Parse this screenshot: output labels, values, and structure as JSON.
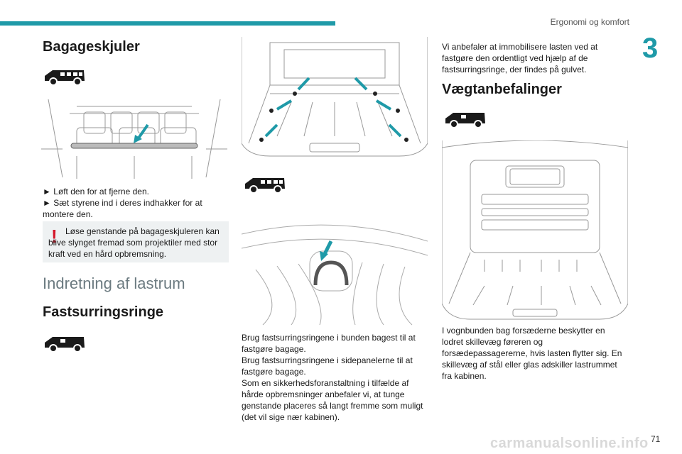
{
  "header": {
    "section_title": "Ergonomi og komfort",
    "chapter_number": "3"
  },
  "left": {
    "title": "Bagageskjuler",
    "bullet1": "► Løft den for at fjerne den.",
    "bullet2": "► Sæt styrene ind i deres indhakker for at montere den.",
    "warning": "Løse genstande på bagageskjuleren kan blive slynget fremad som projektiler med stor kraft ved en hård opbremsning.",
    "section_heading": "Indretning af lastrum",
    "subheading": "Fastsurringsringe"
  },
  "middle": {
    "para1": "Brug fastsurringsringene i bunden bagest til at fastgøre bagage.",
    "para2": "Brug fastsurringsringene i sidepanelerne til at fastgøre bagage.",
    "para3": "Som en sikkerhedsforanstaltning i tilfælde af hårde opbremsninger anbefaler vi, at tunge genstande placeres så langt fremme som muligt (det vil sige nær kabinen)."
  },
  "right": {
    "intro": "Vi anbefaler at immobilisere lasten ved at fastgøre den ordentligt ved hjælp af de fastsurringsringe, der findes på gulvet.",
    "title": "Vægtanbefalinger",
    "para": "I vognbunden bag forsæderne beskytter en lodret skillevæg føreren og forsædepassagererne, hvis lasten flytter sig. En skillevæg af stål eller glas adskiller lastrummet fra kabinen."
  },
  "footer": {
    "page_number": "71",
    "watermark": "carmanualsonline.info"
  },
  "colors": {
    "accent": "#1f9aa8",
    "warning": "#d4172a",
    "arrow": "#1f9aa8"
  },
  "icons": [
    "van-passenger-icon",
    "van-utility-icon",
    "warning-icon"
  ]
}
